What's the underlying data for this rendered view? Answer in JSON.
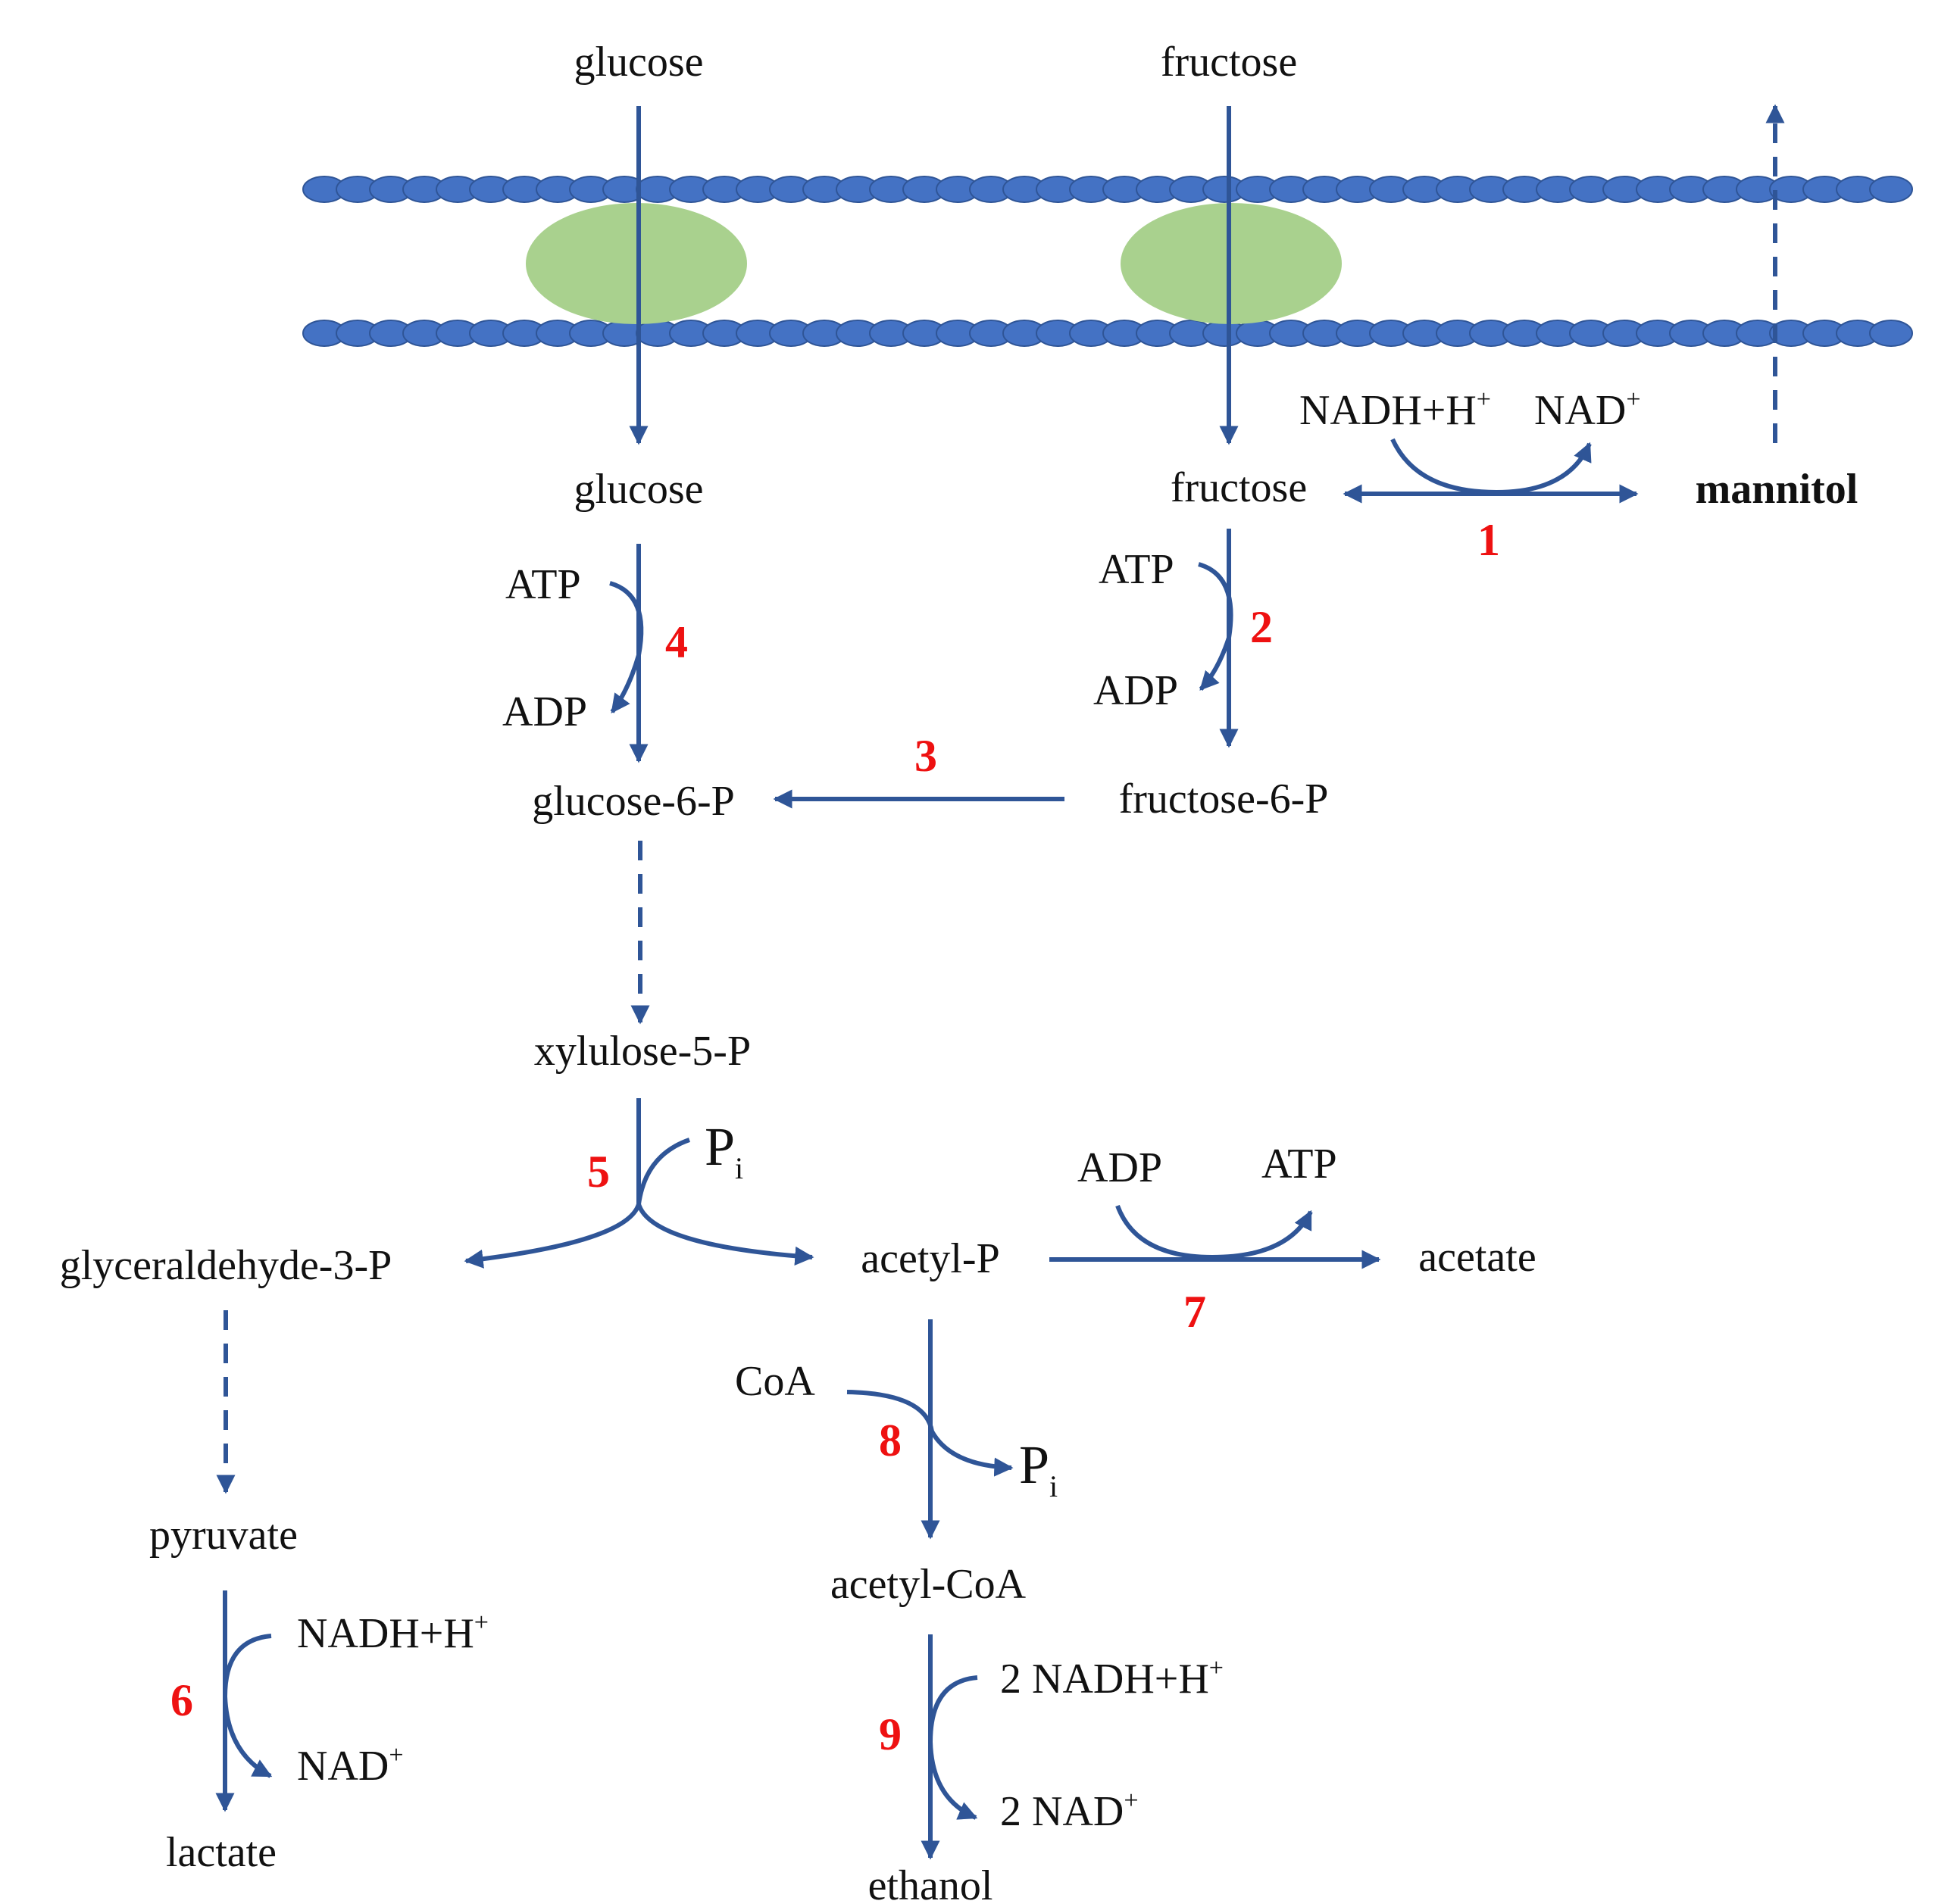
{
  "colors": {
    "arrow": "#2f5597",
    "membrane_bead": "#4472c4",
    "membrane_bead_stroke": "#2f5597",
    "transporter": "#a9d18e",
    "step_number": "#ee1111",
    "text": "#111111"
  },
  "metabolites": {
    "glucose_out": "glucose",
    "fructose_out": "fructose",
    "glucose_in": "glucose",
    "fructose_in": "fructose",
    "mannitol": "mannitol",
    "glucose_6p": "glucose-6-P",
    "fructose_6p": "fructose-6-P",
    "xylulose_5p": "xylulose-5-P",
    "glyceraldehyde_3p": "glyceraldehyde-3-P",
    "acetyl_p": "acetyl-P",
    "acetate": "acetate",
    "pyruvate": "pyruvate",
    "lactate": "lactate",
    "acetyl_coa": "acetyl-CoA",
    "ethanol": "ethanol"
  },
  "cofactors": {
    "r1_nadh": "NADH+H",
    "r1_nadh_sup": "+",
    "r1_nad": "NAD",
    "r1_nad_sup": "+",
    "r2_atp": "ATP",
    "r2_adp": "ADP",
    "r4_atp": "ATP",
    "r4_adp": "ADP",
    "r5_pi": "P",
    "r5_pi_sub": "i",
    "r6_nadh": "NADH+H",
    "r6_nadh_sup": "+",
    "r6_nad": "NAD",
    "r6_nad_sup": "+",
    "r7_adp": "ADP",
    "r7_atp": "ATP",
    "r8_coa": "CoA",
    "r8_pi": "P",
    "r8_pi_sub": "i",
    "r9_nadh": "2 NADH+H",
    "r9_nadh_sup": "+",
    "r9_nad": "2 NAD",
    "r9_nad_sup": "+"
  },
  "steps": {
    "s1": "1",
    "s2": "2",
    "s3": "3",
    "s4": "4",
    "s5": "5",
    "s6": "6",
    "s7": "7",
    "s8": "8",
    "s9": "9"
  }
}
